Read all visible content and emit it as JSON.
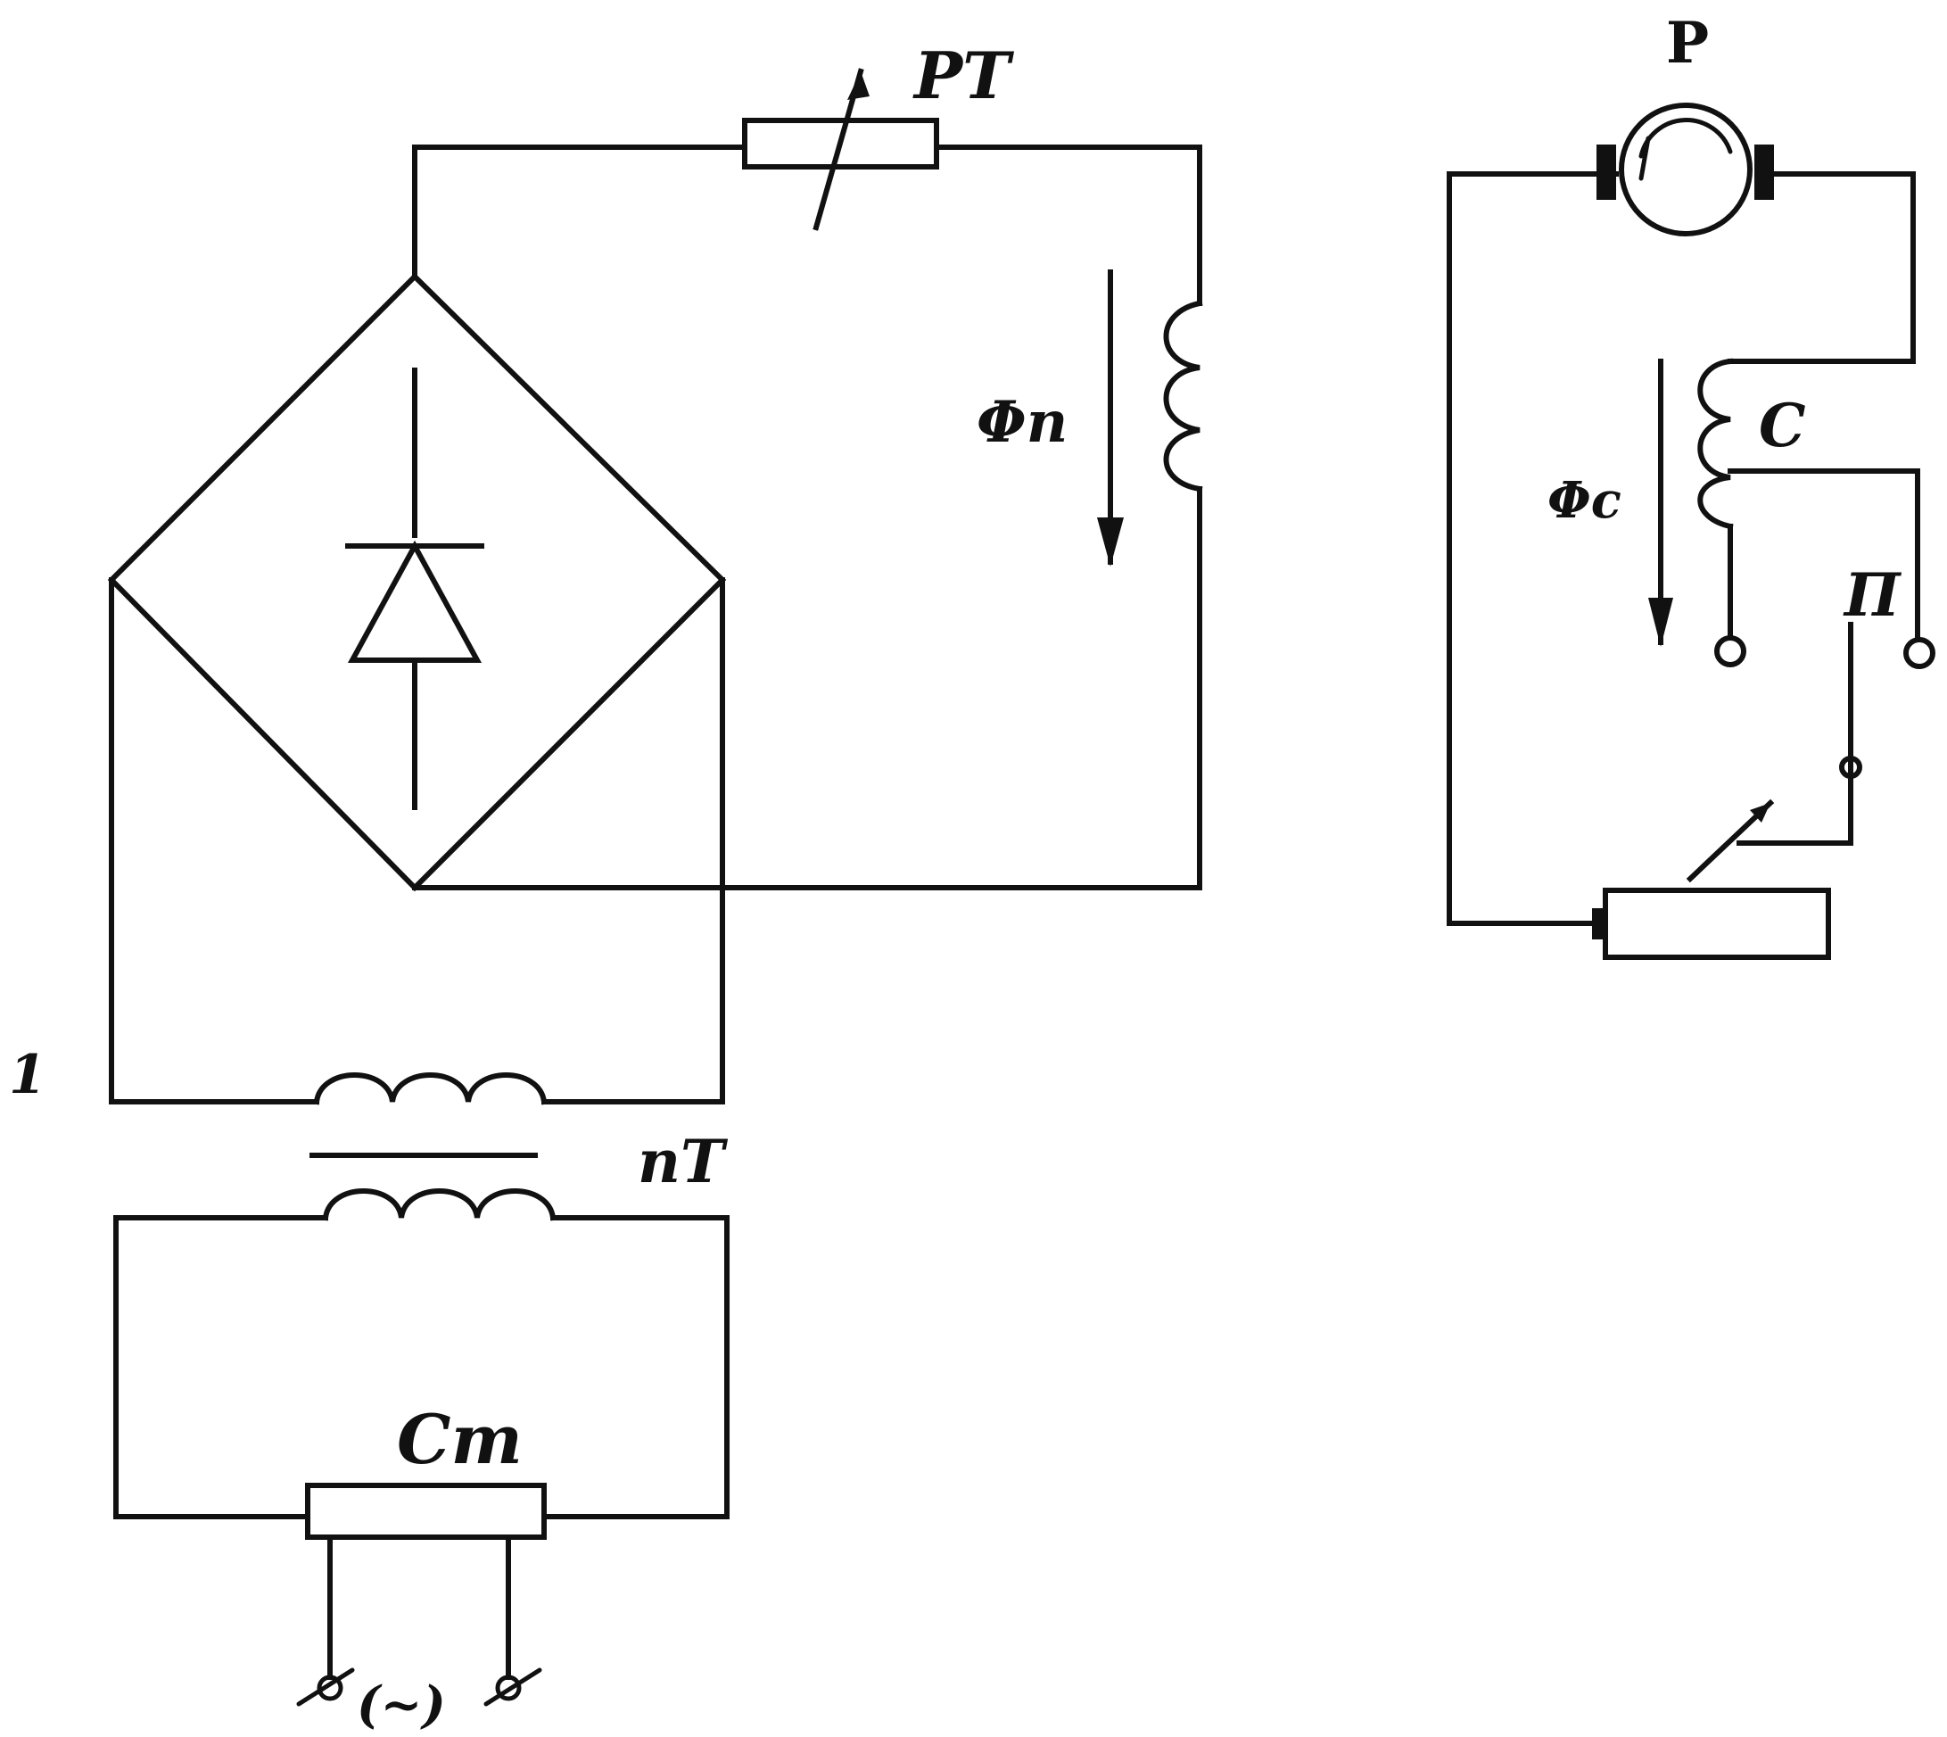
{
  "diagram": {
    "figure_number": "1",
    "rheostat_label": "PT",
    "flux_left_label": "Φп",
    "flux_right_label": "Φс",
    "generator_label": "P",
    "coil_label": "С",
    "switch_label": "П",
    "transformer_label": "пТ",
    "stabilizer_label": "Ст",
    "ac_input_label": "(~)"
  }
}
